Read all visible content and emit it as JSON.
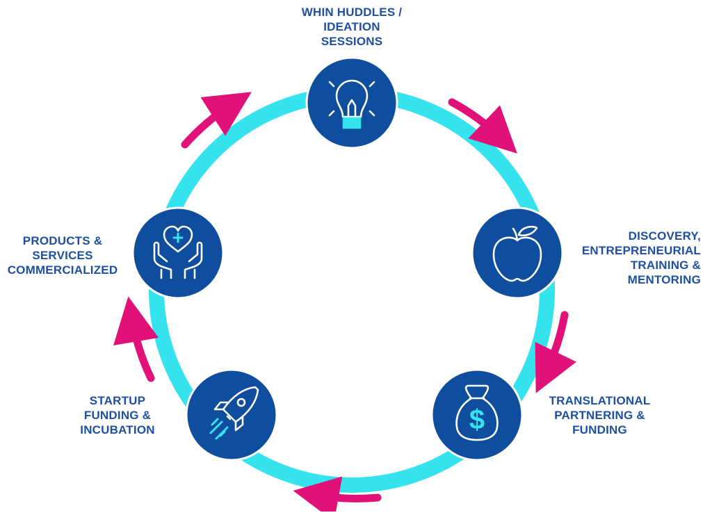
{
  "colors": {
    "ring": "#35E3EE",
    "node_fill": "#0F4D9E",
    "arrow": "#E0127A",
    "label_text": "#1F4FA0",
    "icon_stroke": "#FFFFFF",
    "icon_accent": "#35E3EE"
  },
  "stages": [
    {
      "id": "ideation",
      "icon": "lightbulb-icon",
      "label_lines": [
        "WHIN HUDDLES /",
        "IDEATION",
        "SESSIONS"
      ]
    },
    {
      "id": "discovery",
      "icon": "apple-icon",
      "label_lines": [
        "DISCOVERY,",
        "ENTREPRENEURIAL",
        "TRAINING &",
        "MENTORING"
      ]
    },
    {
      "id": "translational",
      "icon": "money-bag-icon",
      "label_lines": [
        "TRANSLATIONAL",
        "PARTNERING &",
        "FUNDING"
      ]
    },
    {
      "id": "startup",
      "icon": "rocket-icon",
      "label_lines": [
        "STARTUP",
        "FUNDING &",
        "INCUBATION"
      ]
    },
    {
      "id": "commercialized",
      "icon": "hands-heart-icon",
      "label_lines": [
        "PRODUCTS &",
        "SERVICES",
        "COMMERCIALIZED"
      ]
    }
  ]
}
